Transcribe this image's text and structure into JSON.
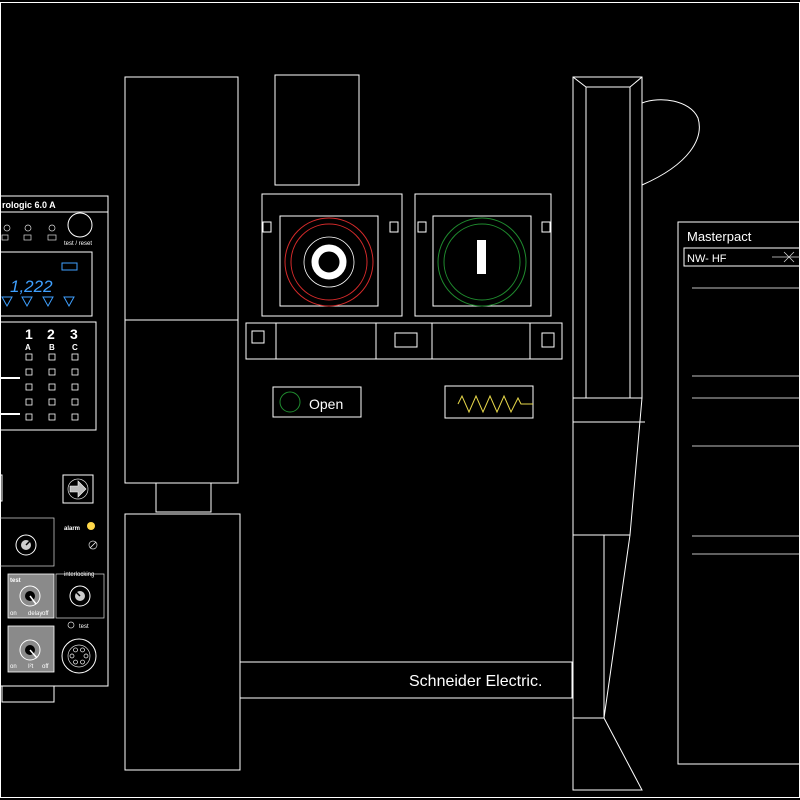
{
  "micrologic": {
    "title": "rologic 6.0 A",
    "test_reset_label": "test / reset",
    "display_value": "1,222",
    "phase_numbers": [
      "1",
      "2",
      "3"
    ],
    "phase_letters": [
      "A",
      "B",
      "C"
    ],
    "alarm_label": "alarm",
    "interlocking_label": "interlocking",
    "test_label": "test",
    "on_label": "on",
    "off_label": "off",
    "delay_label": "delay",
    "i2t_label": "I²t"
  },
  "buttons": {
    "open_symbol": "O",
    "close_symbol": "I",
    "off_color": "#d42a2a",
    "on_color": "#1f8a2e"
  },
  "indicators": {
    "open_label": "Open",
    "spring_color": "#e8d84a"
  },
  "brand": {
    "name": "Schneider Electric."
  },
  "nameplate": {
    "title": "Masterpact",
    "model": "NW- HF"
  },
  "accent": {
    "display": "#3fa0ff",
    "alarm_led": "#ffd84a"
  }
}
